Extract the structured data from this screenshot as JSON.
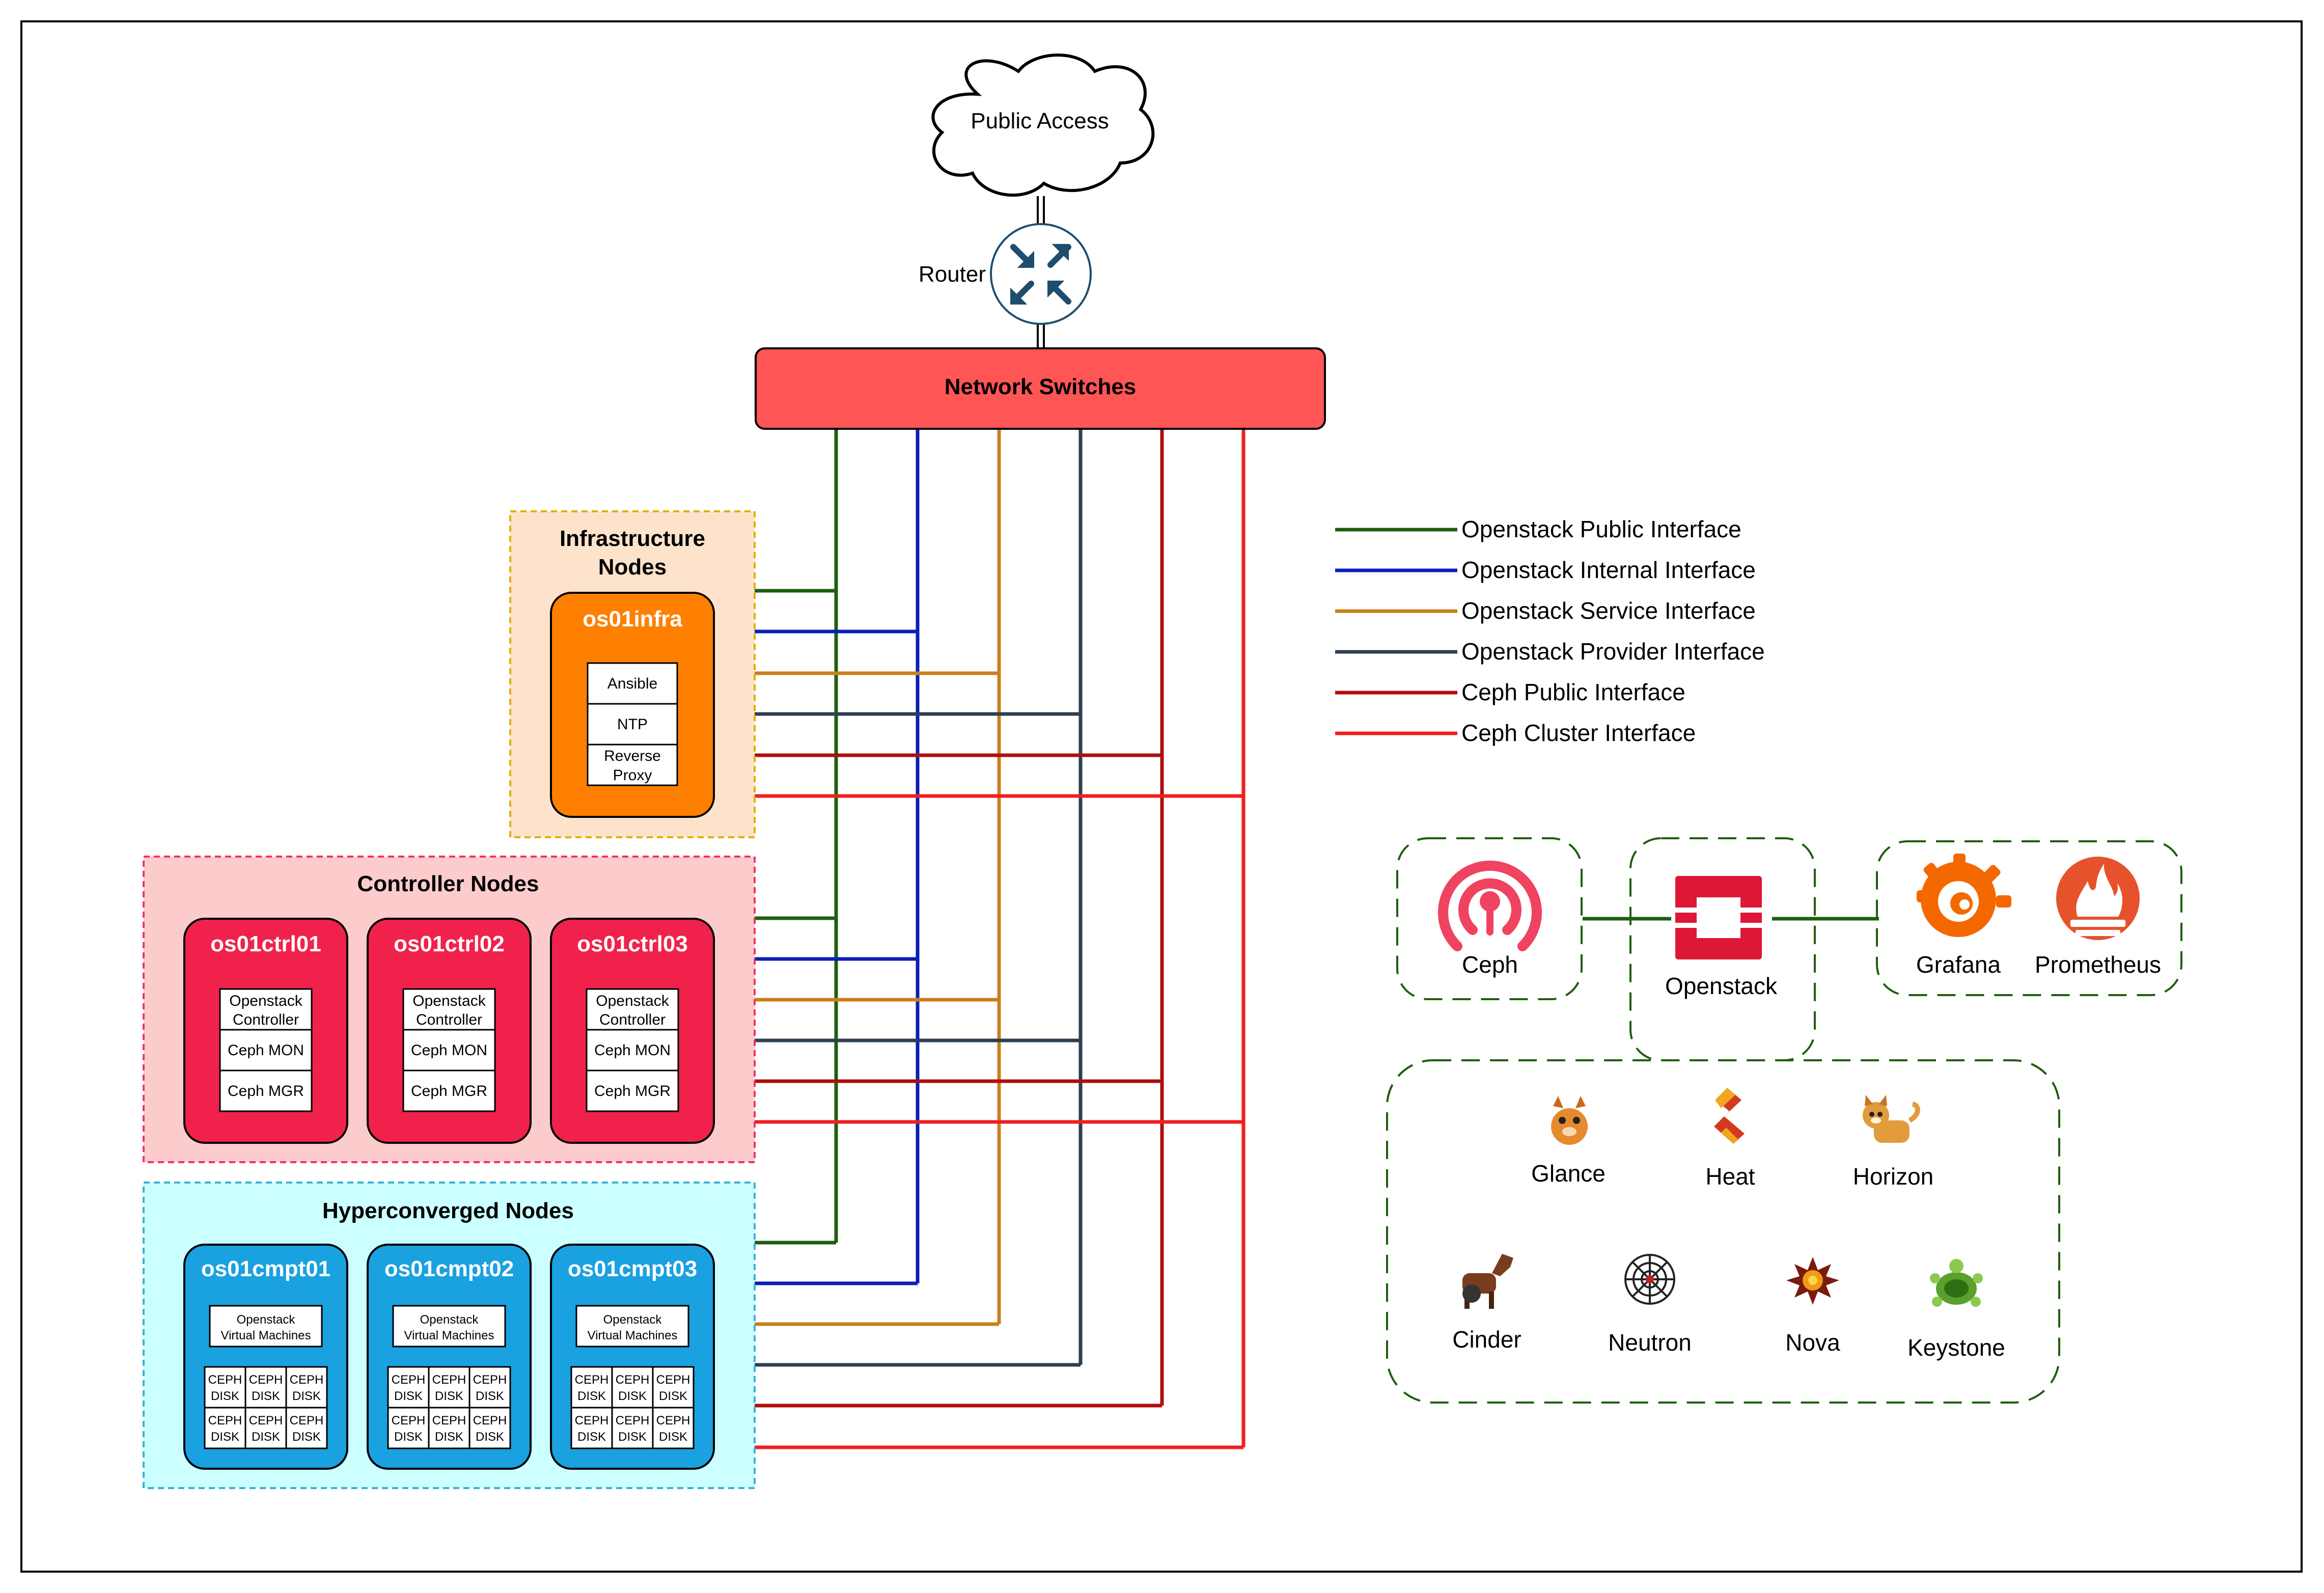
{
  "public_access": {
    "label": "Public Access"
  },
  "router": {
    "label": "Router"
  },
  "switches": {
    "label": "Network Switches"
  },
  "infra": {
    "group_title_line1": "Infrastructure",
    "group_title_line2": "Nodes",
    "node": "os01infra",
    "services": [
      "Ansible",
      "NTP",
      "Reverse",
      "Proxy"
    ]
  },
  "controllers": {
    "group_title": "Controller Nodes",
    "nodes": [
      "os01ctrl01",
      "os01ctrl02",
      "os01ctrl03"
    ],
    "services": [
      "Openstack",
      "Controller",
      "Ceph MON",
      "Ceph MGR"
    ]
  },
  "hyper": {
    "group_title": "Hyperconverged Nodes",
    "nodes": [
      "os01cmpt01",
      "os01cmpt02",
      "os01cmpt03"
    ],
    "vm_line1": "Openstack",
    "vm_line2": "Virtual Machines",
    "disk_line1": "CEPH",
    "disk_line2": "DISK"
  },
  "legend": [
    {
      "label": "Openstack Public Interface",
      "color": "#1e5e0e"
    },
    {
      "label": "Openstack Internal Interface",
      "color": "#0a1fb8"
    },
    {
      "label": "Openstack Service Interface",
      "color": "#c9801a"
    },
    {
      "label": "Openstack Provider Interface",
      "color": "#2f3f52"
    },
    {
      "label": "Ceph Public Interface",
      "color": "#b00d0d"
    },
    {
      "label": "Ceph Cluster Interface",
      "color": "#f01f1f"
    }
  ],
  "stack": {
    "ceph": "Ceph",
    "openstack": "Openstack",
    "grafana": "Grafana",
    "prometheus": "Prometheus",
    "components": [
      "Glance",
      "Heat",
      "Horizon",
      "Cinder",
      "Neutron",
      "Nova",
      "Keystone"
    ]
  },
  "colors": {
    "switch_fill": "#ff5555",
    "infra_group_fill": "#fde3cc",
    "infra_node_fill": "#ff8000",
    "ctrl_group_fill": "#fccccc",
    "ctrl_node_fill": "#f0224c",
    "hyper_group_fill": "#ccffff",
    "hyper_node_fill": "#1aa1e0",
    "ceph_red": "#ef4360",
    "openstack_red": "#dd1736",
    "grafana_orange": "#f46800",
    "prometheus_orange": "#e6522c",
    "stack_link": "#1e5e0e"
  }
}
